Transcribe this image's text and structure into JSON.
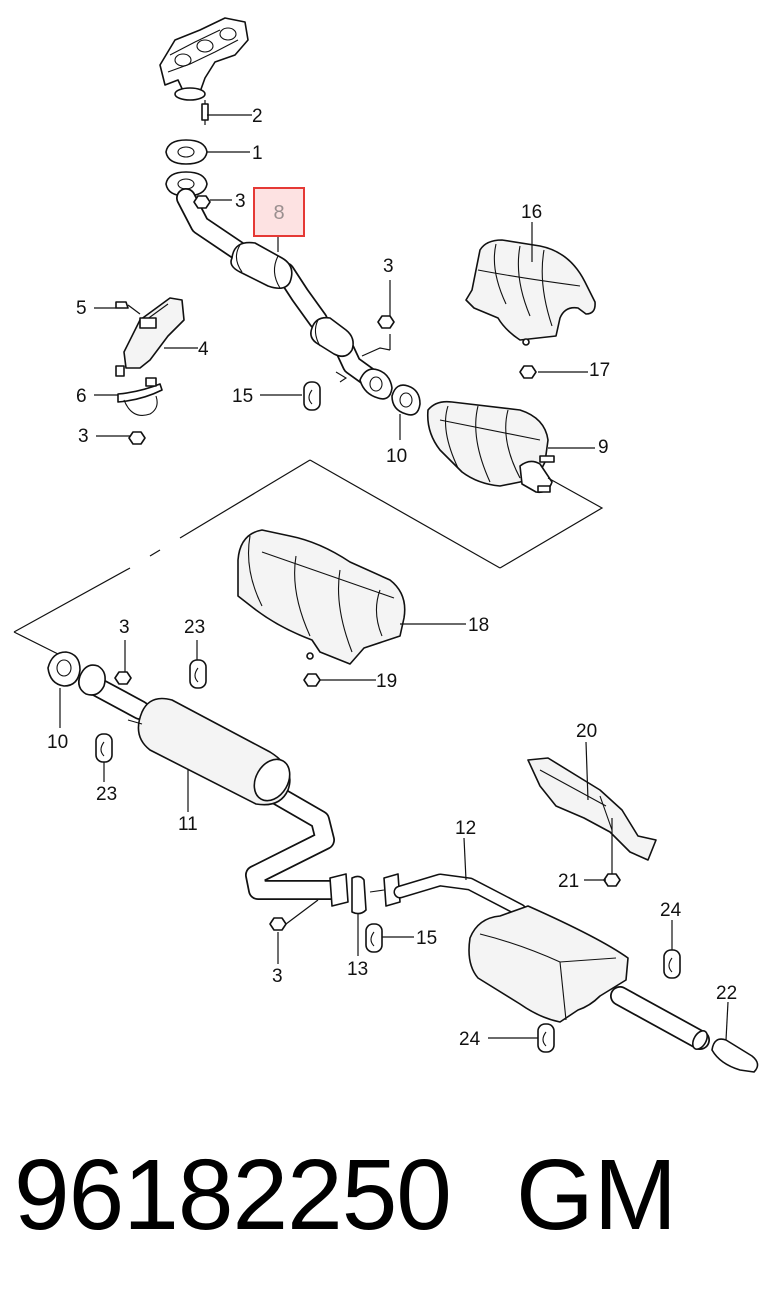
{
  "diagram": {
    "highlighted_callout": "8",
    "callouts": {
      "c1": "1",
      "c2": "2",
      "c3a": "3",
      "c3b": "3",
      "c3c": "3",
      "c3d": "3",
      "c3e": "3",
      "c4": "4",
      "c5": "5",
      "c6": "6",
      "c8": "8",
      "c9": "9",
      "c10a": "10",
      "c10b": "10",
      "c11": "11",
      "c12": "12",
      "c13": "13",
      "c15a": "15",
      "c15b": "15",
      "c16": "16",
      "c17": "17",
      "c18": "18",
      "c19": "19",
      "c20": "20",
      "c21": "21",
      "c22": "22",
      "c23a": "23",
      "c23b": "23",
      "c24a": "24",
      "c24b": "24"
    },
    "highlight_color": "#e53935",
    "highlight_fill": "#fde2e2"
  },
  "footer": {
    "part_number": "96182250",
    "brand": "GM"
  }
}
